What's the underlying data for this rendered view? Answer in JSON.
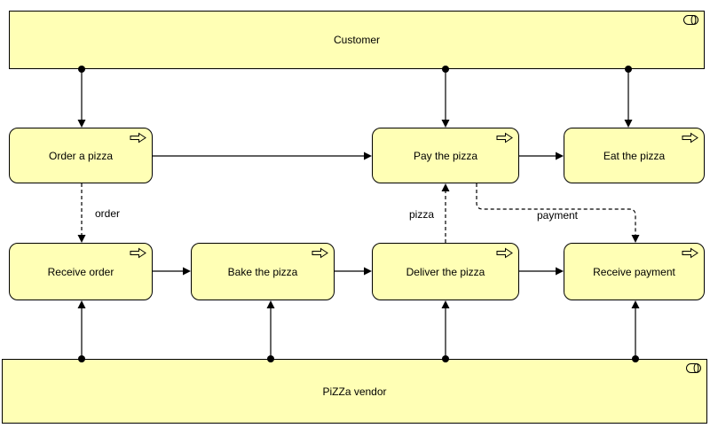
{
  "actors": {
    "customer": {
      "label": "Customer"
    },
    "vendor": {
      "label": "PiZZa vendor"
    }
  },
  "processes": {
    "order_a_pizza": {
      "label": "Order a pizza"
    },
    "pay_the_pizza": {
      "label": "Pay the pizza"
    },
    "eat_the_pizza": {
      "label": "Eat the pizza"
    },
    "receive_order": {
      "label": "Receive order"
    },
    "bake_the_pizza": {
      "label": "Bake the pizza"
    },
    "deliver_the_pizza": {
      "label": "Deliver the pizza"
    },
    "receive_payment": {
      "label": "Receive payment"
    }
  },
  "flow_labels": {
    "order": "order",
    "pizza": "pizza",
    "payment": "payment"
  },
  "icons": {
    "role_icon": "business-role-icon",
    "process_icon": "process-arrow-icon"
  },
  "colors": {
    "element_fill": "#FFFFB5",
    "element_border": "#000000",
    "connector": "#000000",
    "background": "#FFFFFF"
  }
}
